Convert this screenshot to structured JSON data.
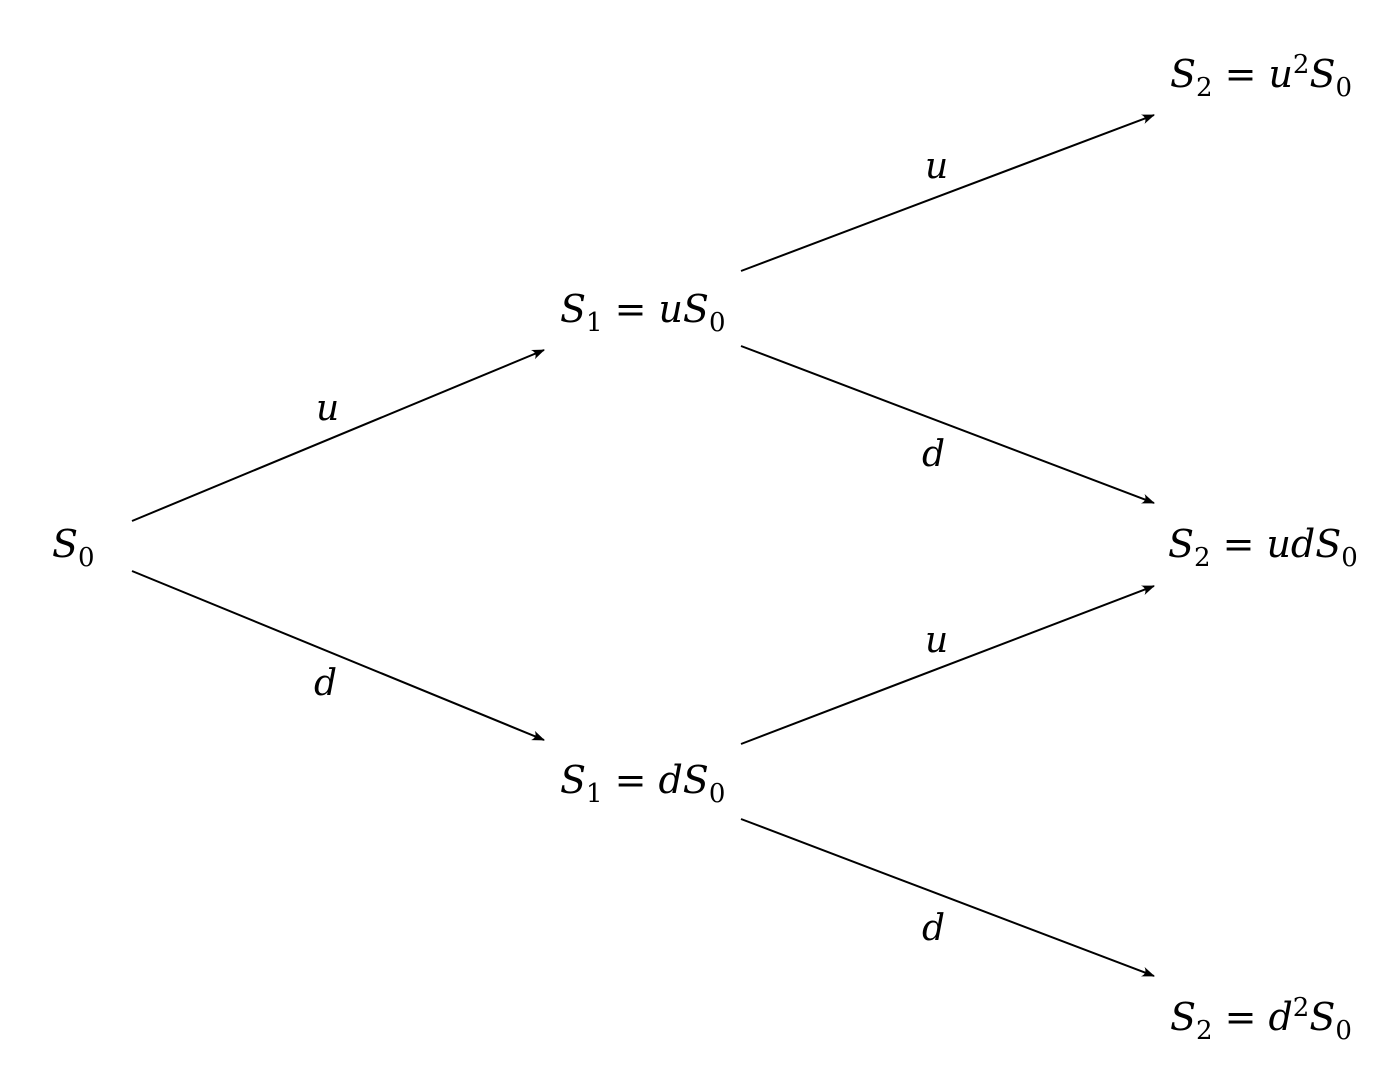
{
  "nodes": {
    "root": {
      "sym": "S",
      "sub": "0",
      "rhs_pre": "",
      "rhs_sup": "",
      "rhs_post": ""
    },
    "up1": {
      "sym": "S",
      "sub": "1",
      "eq": "=",
      "rhs_pre": "u",
      "rhs_sup": "",
      "rhs_S": "S",
      "rhs_sub": "0"
    },
    "down1": {
      "sym": "S",
      "sub": "1",
      "eq": "=",
      "rhs_pre": "d",
      "rhs_sup": "",
      "rhs_S": "S",
      "rhs_sub": "0"
    },
    "uu2": {
      "sym": "S",
      "sub": "2",
      "eq": "=",
      "rhs_pre": "u",
      "rhs_sup": "2",
      "rhs_S": "S",
      "rhs_sub": "0"
    },
    "ud2": {
      "sym": "S",
      "sub": "2",
      "eq": "=",
      "rhs_pre": "ud",
      "rhs_sup": "",
      "rhs_S": "S",
      "rhs_sub": "0"
    },
    "dd2": {
      "sym": "S",
      "sub": "2",
      "eq": "=",
      "rhs_pre": "d",
      "rhs_sup": "2",
      "rhs_S": "S",
      "rhs_sub": "0"
    }
  },
  "edges": {
    "root_up1": {
      "label": "u"
    },
    "root_down1": {
      "label": "d"
    },
    "up1_uu2": {
      "label": "u"
    },
    "up1_ud2": {
      "label": "d"
    },
    "down1_ud2": {
      "label": "u"
    },
    "down1_dd2": {
      "label": "d"
    }
  }
}
